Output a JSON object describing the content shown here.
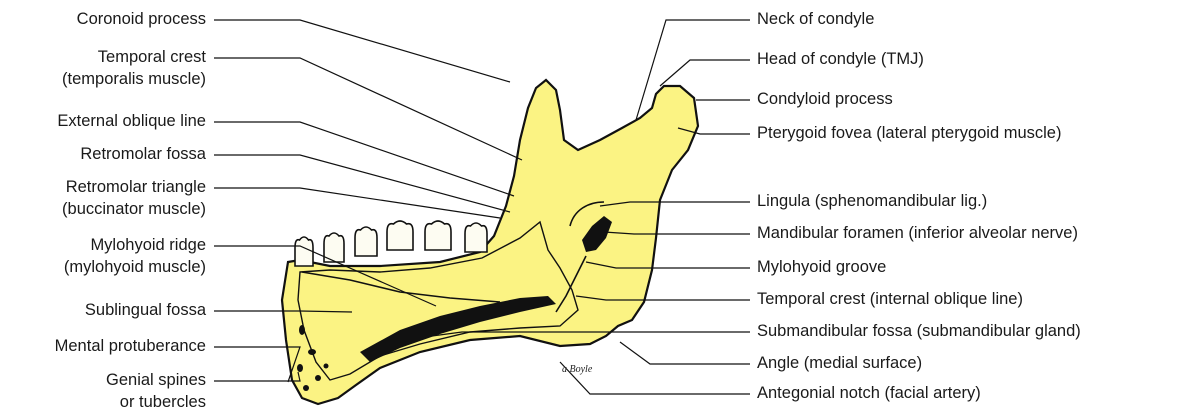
{
  "labels_left": [
    {
      "lines": [
        "Coronoid process"
      ]
    },
    {
      "lines": [
        "Temporal crest",
        "(temporalis muscle)"
      ]
    },
    {
      "lines": [
        "External oblique line"
      ]
    },
    {
      "lines": [
        "Retromolar fossa"
      ]
    },
    {
      "lines": [
        "Retromolar triangle",
        "(buccinator muscle)"
      ]
    },
    {
      "lines": [
        "Mylohyoid ridge",
        "(mylohyoid muscle)"
      ]
    },
    {
      "lines": [
        "Sublingual fossa"
      ]
    },
    {
      "lines": [
        "Mental protuberance"
      ]
    },
    {
      "lines": [
        "Genial spines",
        "or tubercles"
      ]
    }
  ],
  "labels_right": [
    {
      "lines": [
        "Neck of condyle"
      ]
    },
    {
      "lines": [
        "Head of condyle (TMJ)"
      ]
    },
    {
      "lines": [
        "Condyloid process"
      ]
    },
    {
      "lines": [
        "Pterygoid fovea (lateral pterygoid muscle)"
      ]
    },
    {
      "lines": [
        "Lingula (sphenomandibular lig.)"
      ]
    },
    {
      "lines": [
        "Mandibular foramen (inferior alveolar nerve)"
      ]
    },
    {
      "lines": [
        "Mylohyoid groove"
      ]
    },
    {
      "lines": [
        "Temporal crest (internal oblique line)"
      ]
    },
    {
      "lines": [
        "Submandibular fossa (submandibular gland)"
      ]
    },
    {
      "lines": [
        "Angle (medial surface)"
      ]
    },
    {
      "lines": [
        "Antegonial notch (facial artery)"
      ]
    }
  ],
  "artist_signature": "a Boyle",
  "colors": {
    "bone": "#fbf383",
    "outline": "#111111",
    "teeth": "#fdfcf2",
    "leader": "#111111"
  }
}
